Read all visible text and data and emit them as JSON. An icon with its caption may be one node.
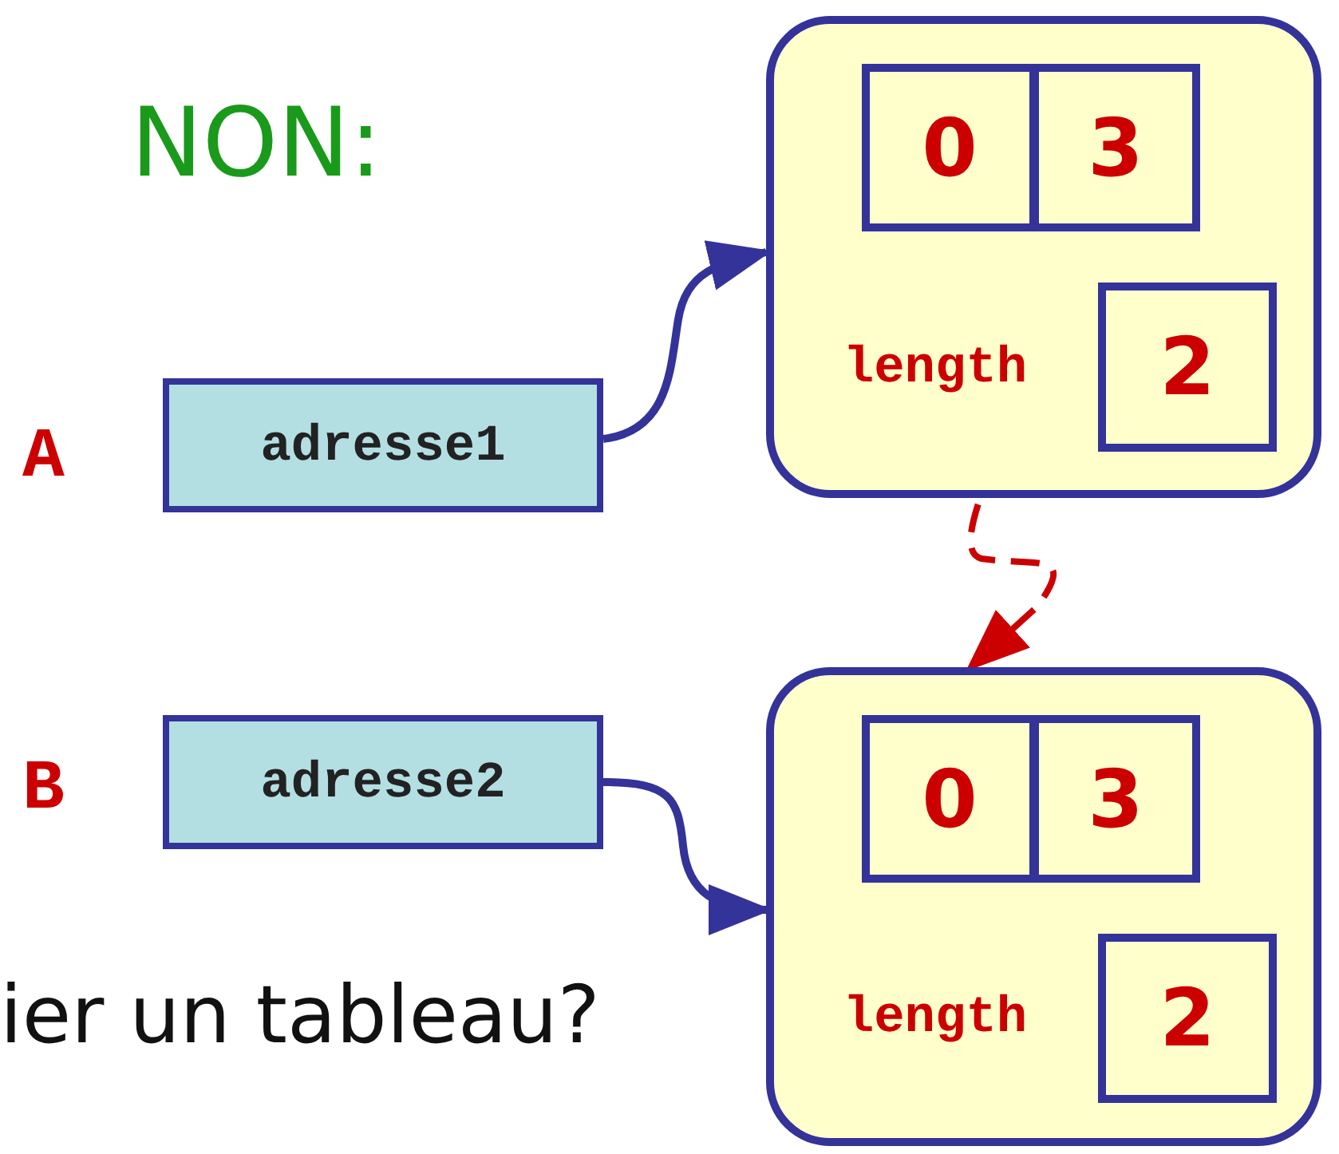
{
  "diagram": {
    "nodes": [
      {
        "text": [
          "adresse1"
        ],
        "beside": [
          "A"
        ]
      },
      {
        "text": [],
        "shape": "box"
      },
      {
        "text": [
          "0"
        ],
        "in": 1
      },
      {
        "text": [
          "3"
        ],
        "in": 1
      },
      {
        "text": [
          "length"
        ],
        "in": 1
      },
      {
        "text": [
          "2"
        ],
        "in": 1
      },
      {
        "text": [
          "adresse2"
        ],
        "beside": [
          "B"
        ]
      },
      {
        "text": [],
        "shape": "box"
      },
      {
        "text": [
          "0"
        ],
        "in": 7
      },
      {
        "text": [
          "3"
        ],
        "in": 7
      },
      {
        "text": [
          "length"
        ],
        "in": 7
      },
      {
        "text": [
          "2"
        ],
        "in": 7
      }
    ],
    "edges": [
      {
        "from": 0,
        "to": 1,
        "arrow": "to"
      },
      {
        "from": 6,
        "to": 7,
        "arrow": "to"
      },
      {
        "from": 4,
        "to": 7,
        "arrow": "to",
        "style": "dashed",
        "color": "#cc0000"
      }
    ],
    "labels": [
      "NON:",
      "ier un tableau?"
    ]
  }
}
